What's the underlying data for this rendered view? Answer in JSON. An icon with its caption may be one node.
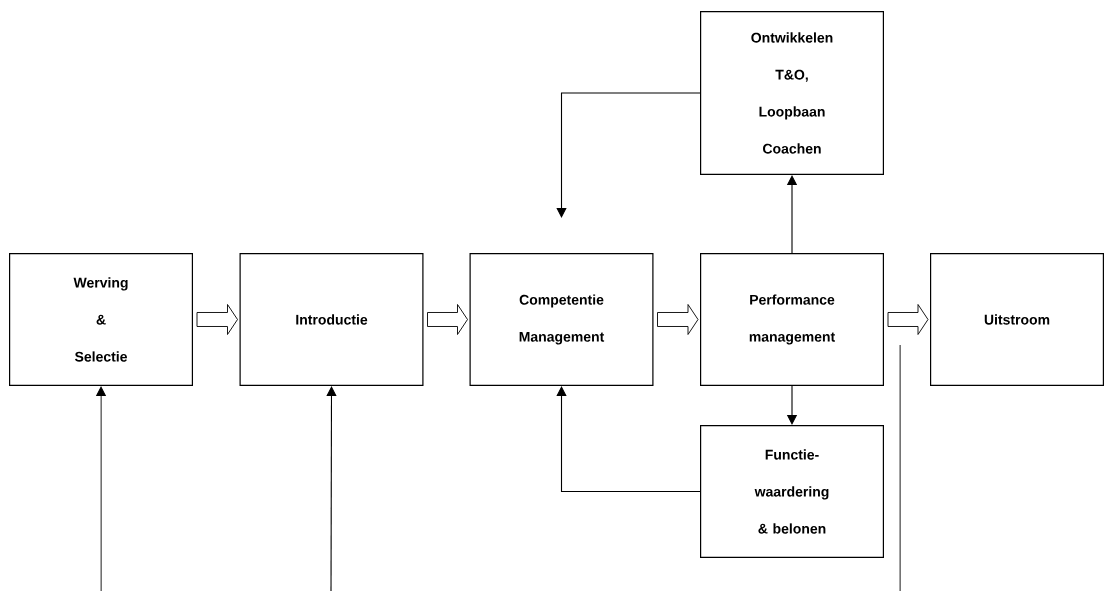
{
  "diagram": {
    "nodes": [
      {
        "text": [
          "Ontwikkelen T&O, Loopbaan Coachen"
        ]
      },
      {
        "text": [
          "Werving & Selectie"
        ]
      },
      {
        "text": [
          "Introductie"
        ]
      },
      {
        "text": [
          "Competentie Management"
        ]
      },
      {
        "text": [
          "Performance management"
        ]
      },
      {
        "text": [
          "Uitstroom"
        ]
      },
      {
        "text": [
          "Functie- waardering & belonen"
        ]
      }
    ],
    "edges": [
      {
        "from": 1,
        "to": 2,
        "arrow": "to",
        "style": "thick"
      },
      {
        "from": 2,
        "to": 3,
        "arrow": "to",
        "style": "thick"
      },
      {
        "from": 3,
        "to": 4,
        "arrow": "to",
        "style": "thick"
      },
      {
        "from": 4,
        "to": 5,
        "arrow": "to",
        "style": "thick"
      },
      {
        "from": 4,
        "to": 0,
        "arrow": "to"
      },
      {
        "from": 0,
        "to": 3,
        "arrow": "to"
      },
      {
        "from": 4,
        "to": 6,
        "arrow": "to"
      },
      {
        "from": 6,
        "to": 3,
        "arrow": "to"
      },
      {
        "from": null,
        "to": 1,
        "arrow": "to"
      },
      {
        "from": null,
        "to": 2,
        "arrow": "to"
      },
      {
        "from": null,
        "to": 5,
        "arrow": "none"
      }
    ]
  }
}
